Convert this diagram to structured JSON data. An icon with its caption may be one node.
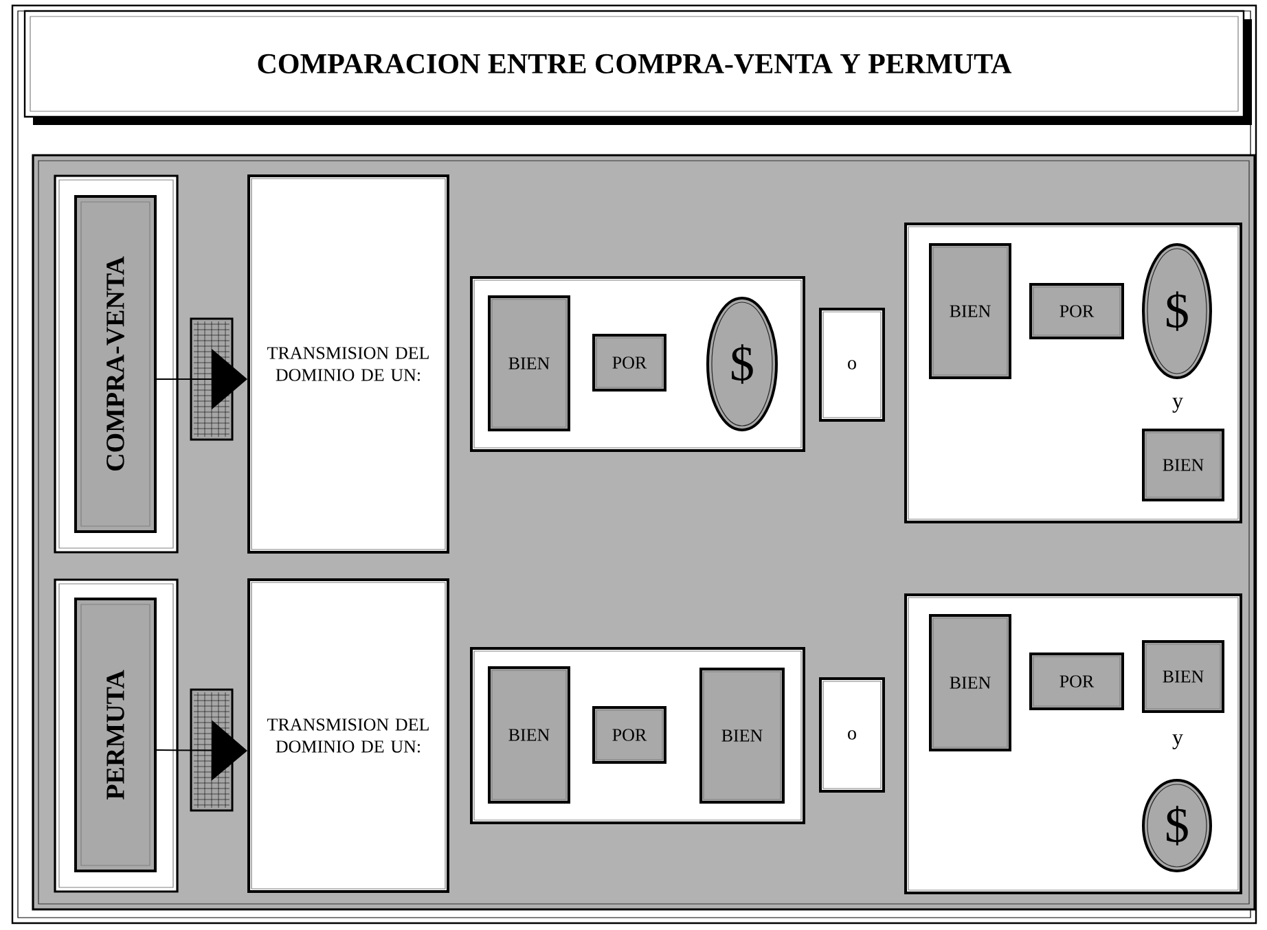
{
  "diagram": {
    "title": "COMPARACION ENTRE COMPRA-VENTA Y PERMUTA",
    "nodes": [
      {
        "text": [
          "COMPRA-VENTA"
        ]
      },
      {
        "text": [
          "TRANSMISION DEL DOMINIO DE UN:"
        ]
      },
      {
        "text": [],
        "shape": "box"
      },
      {
        "text": [
          "BIEN"
        ],
        "in": 2
      },
      {
        "text": [
          "POR"
        ],
        "in": 2
      },
      {
        "text": [
          "$"
        ],
        "in": 2
      },
      {
        "text": [
          "o"
        ]
      },
      {
        "text": [],
        "shape": "box"
      },
      {
        "text": [
          "BIEN"
        ],
        "in": 7
      },
      {
        "text": [
          "POR"
        ],
        "in": 7
      },
      {
        "text": [
          "$"
        ],
        "in": 7
      },
      {
        "text": [
          "BIEN"
        ],
        "in": 7
      },
      {
        "text": [
          "PERMUTA"
        ]
      },
      {
        "text": [
          "TRANSMISION DEL DOMINIO DE UN:"
        ]
      },
      {
        "text": [],
        "shape": "box"
      },
      {
        "text": [
          "BIEN"
        ],
        "in": 14
      },
      {
        "text": [
          "POR"
        ],
        "in": 14
      },
      {
        "text": [
          "BIEN"
        ],
        "in": 14
      },
      {
        "text": [
          "o"
        ]
      },
      {
        "text": [],
        "shape": "box"
      },
      {
        "text": [
          "BIEN"
        ],
        "in": 19
      },
      {
        "text": [
          "POR"
        ],
        "in": 19
      },
      {
        "text": [
          "BIEN"
        ],
        "in": 19
      },
      {
        "text": [
          "$"
        ],
        "in": 19
      }
    ],
    "edges": [
      {
        "from": 0,
        "to": 1,
        "arrow": "to"
      },
      {
        "from": 12,
        "to": 13,
        "arrow": "to"
      }
    ],
    "labels": [
      "y",
      "y"
    ]
  }
}
